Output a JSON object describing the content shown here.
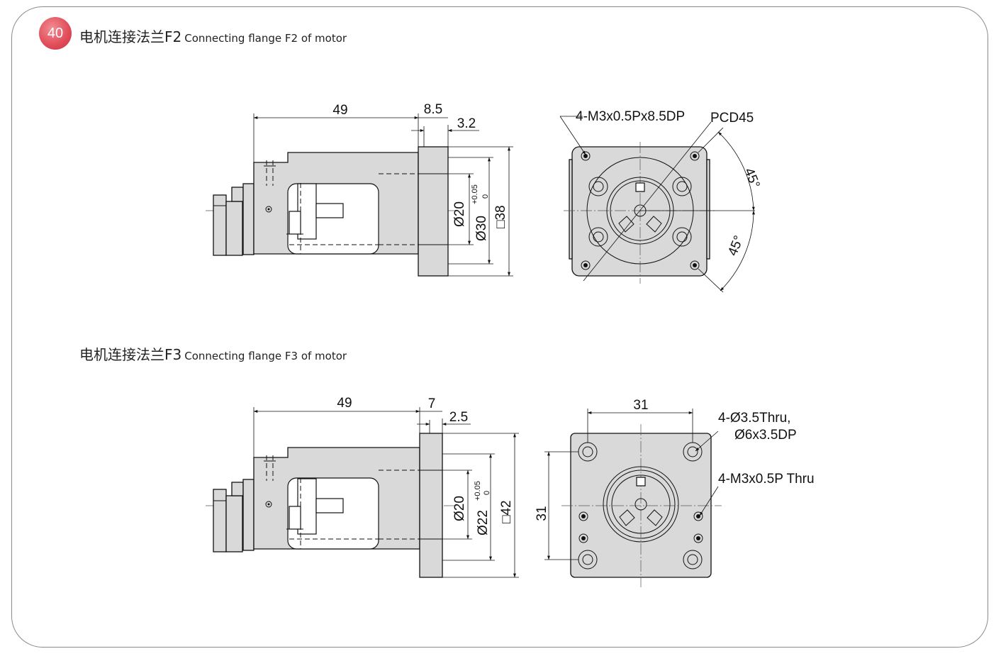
{
  "page_number": "40",
  "colors": {
    "badge": "#e2505c",
    "part_fill": "#d9d9d9",
    "line": "#111111"
  },
  "sections": [
    {
      "title_cn": "电机连接法兰F2",
      "title_en": "Connecting flange F2 of motor",
      "side": {
        "length": "49",
        "flange_thickness": "8.5",
        "spigot_depth": "3.2",
        "bore": "Ø20",
        "spigot_dia": "Ø30",
        "tol_upper": "+0.05",
        "tol_lower": "0",
        "square": "□38"
      },
      "front": {
        "holes": "4-M3x0.5Px8.5DP",
        "pcd": "PCD45",
        "angle1": "45°",
        "angle2": "45°"
      }
    },
    {
      "title_cn": "电机连接法兰F3",
      "title_en": "Connecting flange F3 of motor",
      "side": {
        "length": "49",
        "flange_thickness": "7",
        "spigot_depth": "2.5",
        "bore": "Ø20",
        "spigot_dia": "Ø22",
        "tol_upper": "+0.05",
        "tol_lower": "0",
        "square": "□42"
      },
      "front": {
        "pitch_h": "31",
        "pitch_v": "31",
        "thru_holes_line1": "4-Ø3.5Thru,",
        "thru_holes_line2": "Ø6x3.5DP",
        "tapped_holes": "4-M3x0.5P Thru"
      }
    }
  ]
}
